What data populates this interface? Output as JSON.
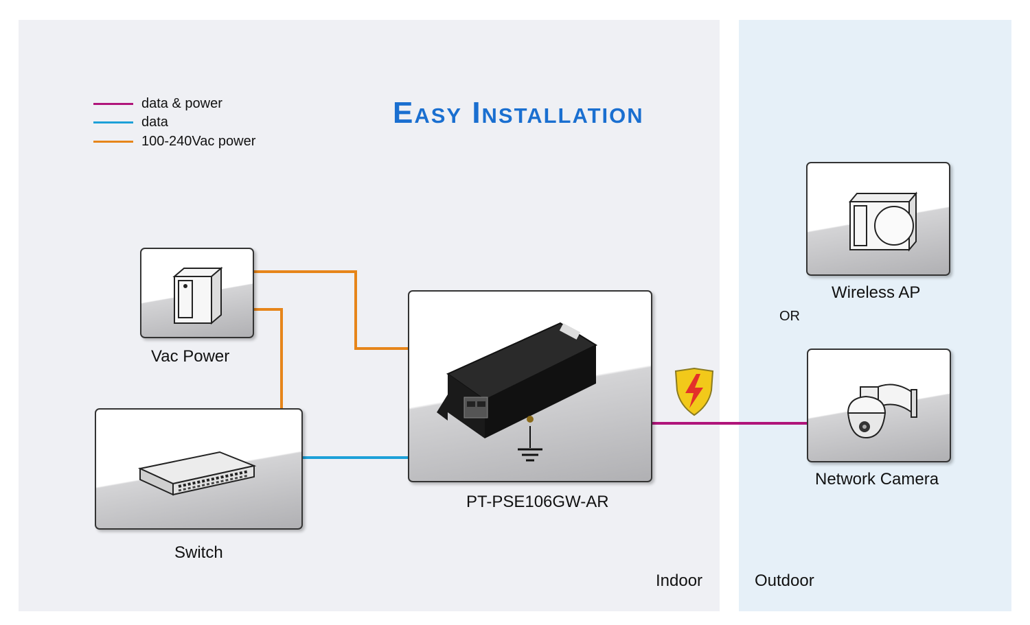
{
  "title": "Easy Installation",
  "legend": [
    {
      "label": "data & power",
      "color": "#b0157a"
    },
    {
      "label": "data",
      "color": "#1da0d8"
    },
    {
      "label": "100-240Vac power",
      "color": "#e6851a"
    }
  ],
  "devices": {
    "vac_power": "Vac Power",
    "switch": "Switch",
    "injector": "PT-PSE106GW-AR",
    "wireless_ap": "Wireless AP",
    "network_camera": "Network Camera"
  },
  "or_label": "OR",
  "zones": {
    "indoor": "Indoor",
    "outdoor": "Outdoor"
  },
  "icons": [
    "power-supply-icon",
    "network-switch-icon",
    "poe-injector-icon",
    "surge-shield-icon",
    "wireless-ap-icon",
    "ptz-camera-icon",
    "ground-icon"
  ]
}
